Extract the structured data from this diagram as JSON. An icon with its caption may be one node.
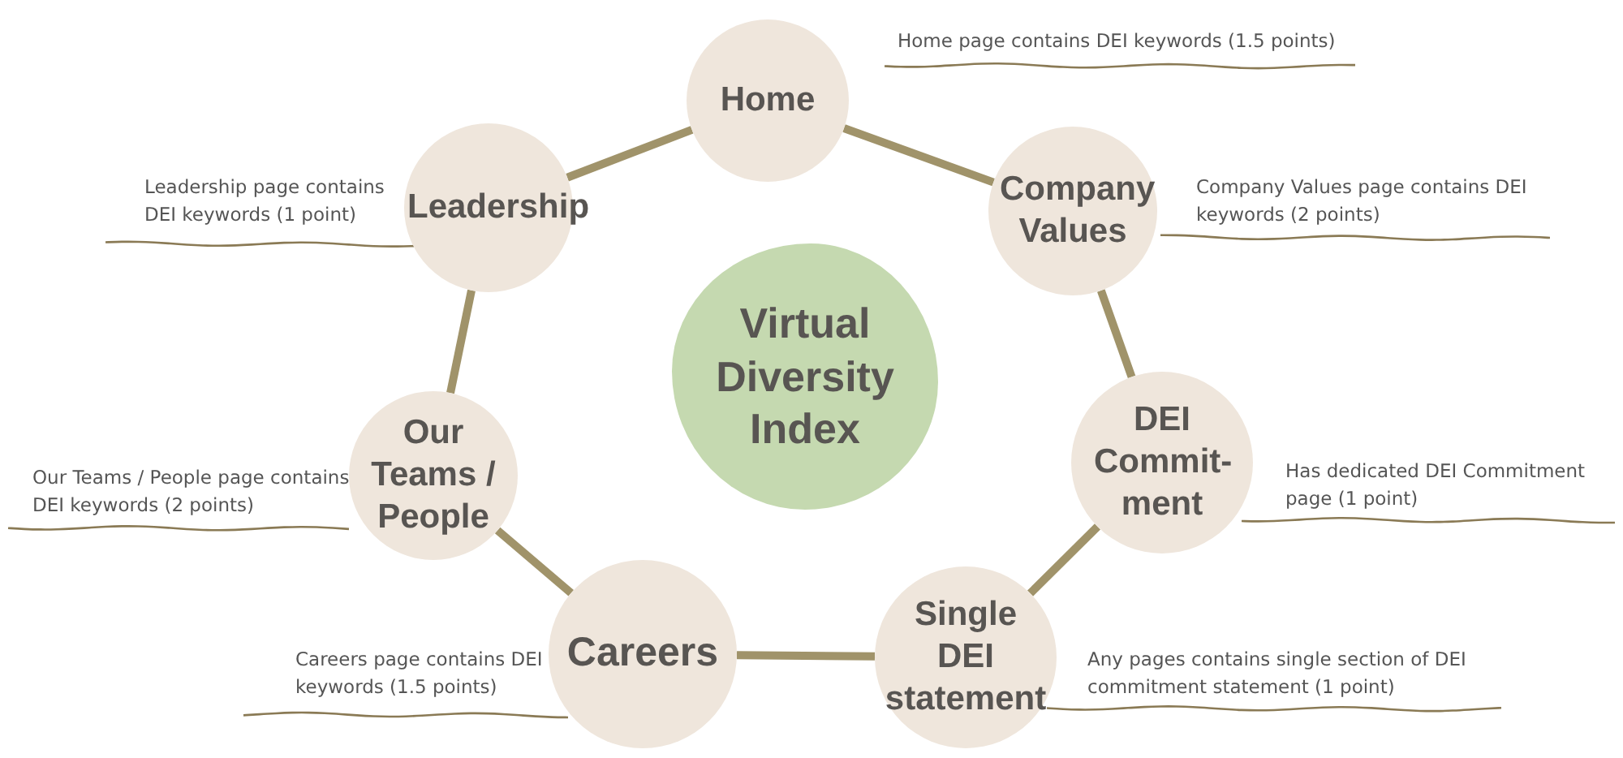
{
  "diagram": {
    "nodes": [
      {
        "text": [
          "Virtual Diversity Index"
        ]
      },
      {
        "text": [
          "Home"
        ],
        "beside": [
          "Home page contains DEI keywords (1.5 points)"
        ]
      },
      {
        "text": [
          "Company Values"
        ],
        "beside": [
          "Company Values page contains DEI keywords (2 points)"
        ]
      },
      {
        "text": [
          "DEI Commit-ment"
        ],
        "beside": [
          "Has dedicated DEI Commitment page (1 point)"
        ]
      },
      {
        "text": [
          "Single DEI statement"
        ],
        "beside": [
          "Any pages contains single section of DEI commitment statement  (1 point)"
        ]
      },
      {
        "text": [
          "Careers"
        ],
        "beside": [
          "Careers page contains DEI keywords (1.5 points)"
        ]
      },
      {
        "text": [
          "Our Teams / People"
        ],
        "beside": [
          "Our Teams / People page contains DEI keywords (2 points)"
        ]
      },
      {
        "text": [
          "Leadership"
        ],
        "beside": [
          "Leadership page contains DEI keywords (1 point)"
        ]
      }
    ],
    "edges": [
      {
        "from": 1,
        "to": 2,
        "arrow": "none"
      },
      {
        "from": 2,
        "to": 3,
        "arrow": "none"
      },
      {
        "from": 3,
        "to": 4,
        "arrow": "none"
      },
      {
        "from": 4,
        "to": 5,
        "arrow": "none"
      },
      {
        "from": 5,
        "to": 6,
        "arrow": "none"
      },
      {
        "from": 6,
        "to": 7,
        "arrow": "none"
      },
      {
        "from": 7,
        "to": 1,
        "arrow": "none"
      }
    ]
  }
}
